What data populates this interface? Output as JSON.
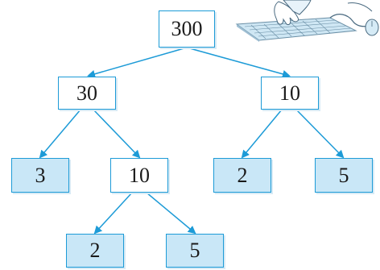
{
  "tree": {
    "root": "300",
    "left": "30",
    "right": "10",
    "left_left": "3",
    "left_right": "10",
    "right_left": "2",
    "right_right": "5",
    "left_right_left": "2",
    "left_right_right": "5"
  },
  "colors": {
    "edge": "#1d9bd7",
    "leaf_fill": "#c9e7f7",
    "node_fill": "#ffffff"
  },
  "illustration": "hand-on-keyboard-icon"
}
